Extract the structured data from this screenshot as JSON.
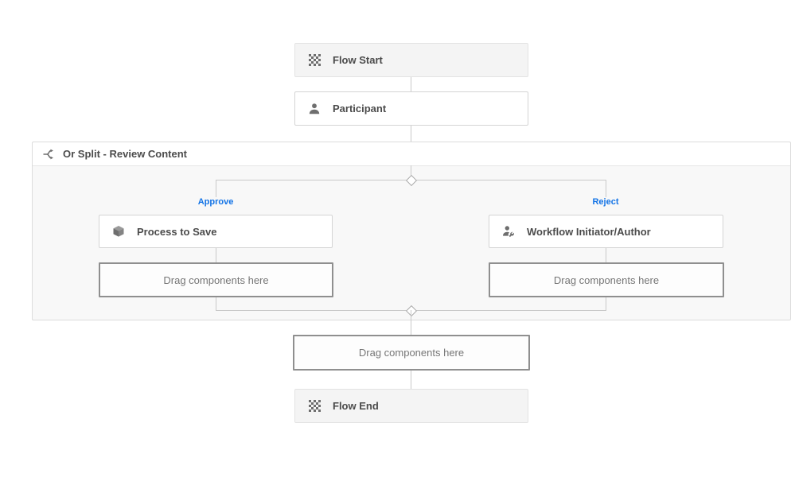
{
  "workflow": {
    "flow_start": {
      "label": "Flow Start"
    },
    "participant": {
      "label": "Participant"
    },
    "or_split": {
      "title": "Or Split - Review Content",
      "branches": [
        {
          "label": "Approve",
          "node": "Process to Save",
          "dropzone": "Drag components here"
        },
        {
          "label": "Reject",
          "node": "Workflow Initiator/Author",
          "dropzone": "Drag components here"
        }
      ]
    },
    "main_dropzone": {
      "label": "Drag components here"
    },
    "flow_end": {
      "label": "Flow End"
    }
  },
  "colors": {
    "branch_label": "#1273e6",
    "node_gray_bg": "#f4f4f4",
    "node_border": "#d4d4d4",
    "dropzone_border": "#8f8f8f",
    "connector_line": "#c9c9c9",
    "container_bg": "#f8f8f8"
  },
  "icons": {
    "flow_start": "checkered-flag-icon",
    "participant": "user-icon",
    "or_split": "branch-split-icon",
    "process": "cube-icon",
    "workflow_initiator": "user-wrench-icon"
  }
}
